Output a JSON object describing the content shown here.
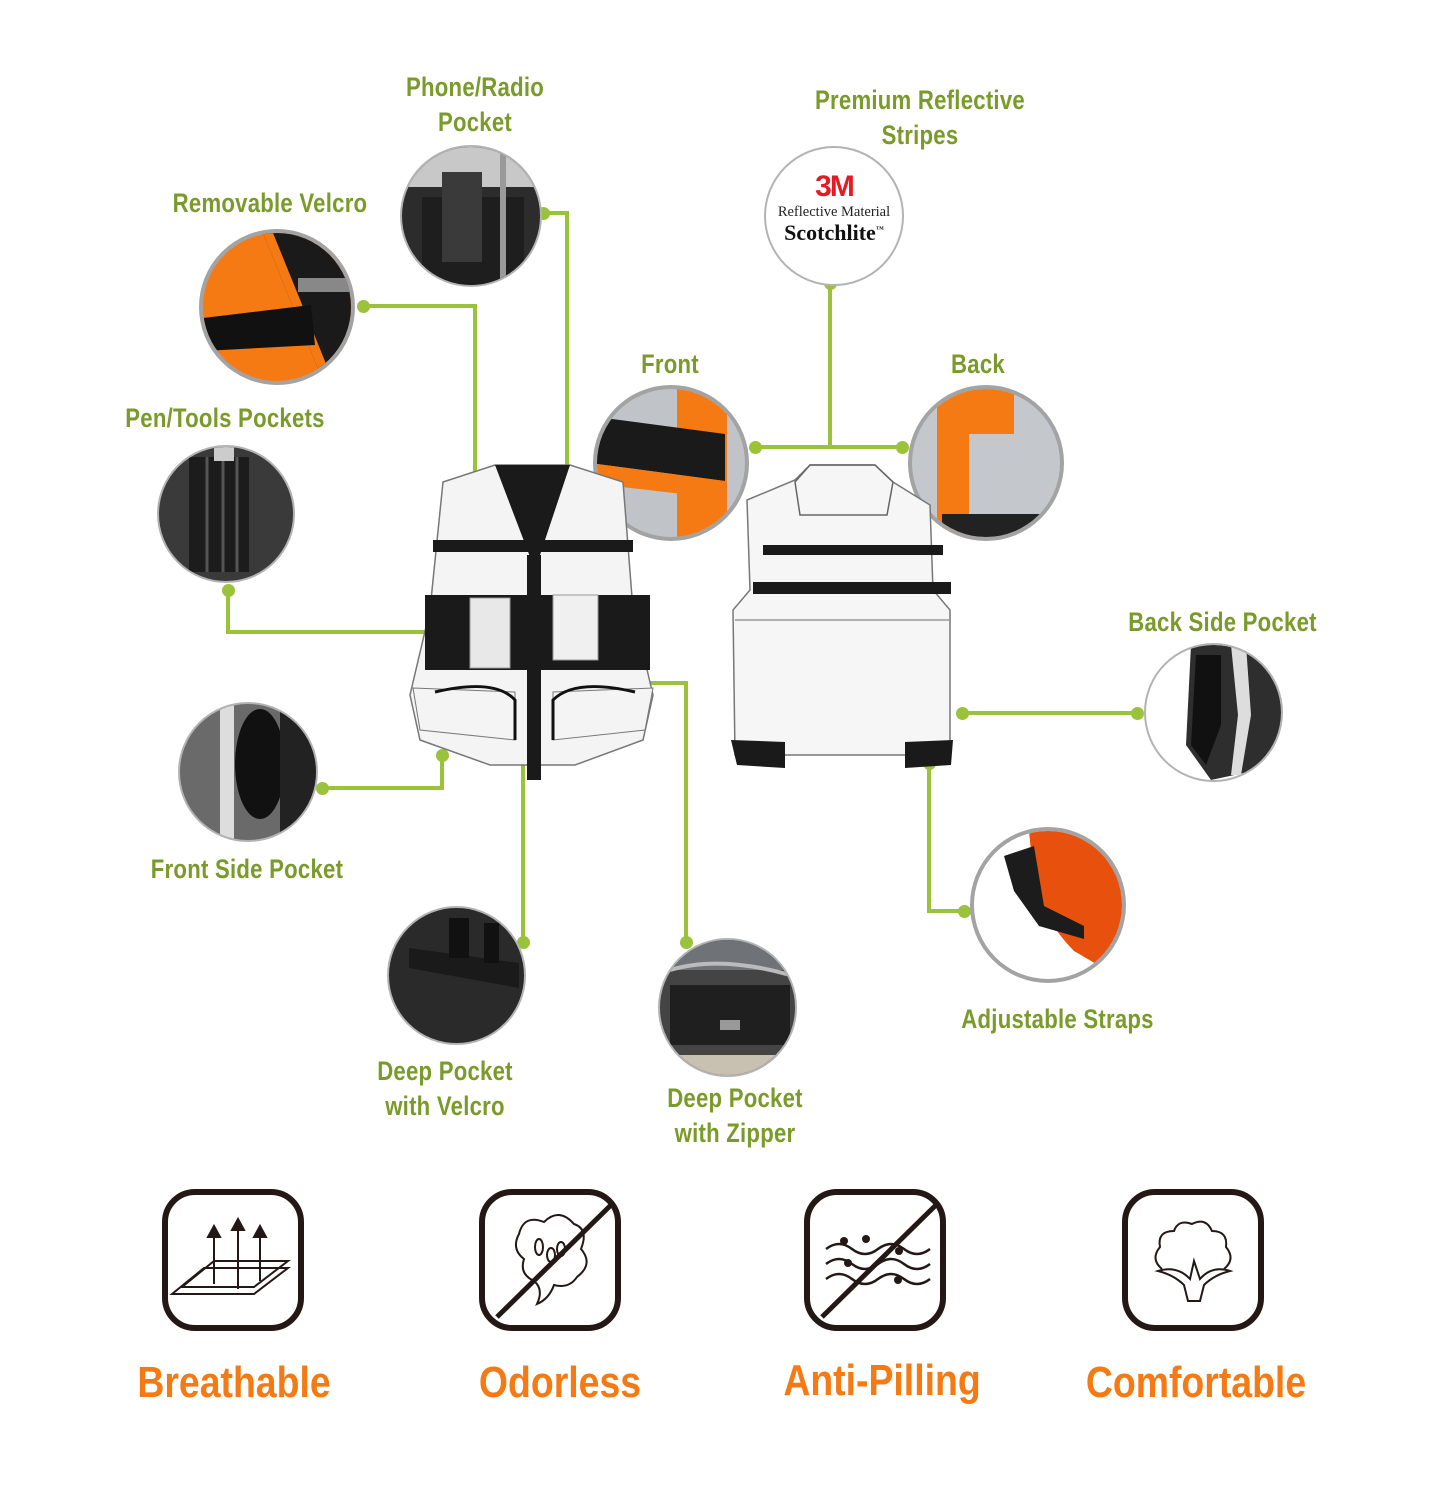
{
  "callouts": {
    "phone_radio_pocket": {
      "line1": "Phone/Radio",
      "line2": "Pocket"
    },
    "premium_reflective": {
      "line1": "Premium Reflective",
      "line2": "Stripes"
    },
    "removable_velcro": "Removable Velcro",
    "pen_tools_pockets": "Pen/Tools Pockets",
    "front": "Front",
    "back": "Back",
    "back_side_pocket": "Back Side Pocket",
    "front_side_pocket": "Front Side Pocket",
    "adjustable_straps": "Adjustable Straps",
    "deep_pocket_velcro": {
      "line1": "Deep Pocket",
      "line2": "with Velcro"
    },
    "deep_pocket_zipper": {
      "line1": "Deep Pocket",
      "line2": "with Zipper"
    }
  },
  "badge_3m": {
    "brand": "3M",
    "line1": "Reflective Material",
    "line2": "Scotchlite",
    "tm": "™"
  },
  "features": [
    {
      "label": "Breathable",
      "icon": "breathable-layers-icon"
    },
    {
      "label": "Odorless",
      "icon": "no-odor-icon"
    },
    {
      "label": "Anti-Pilling",
      "icon": "no-pilling-icon"
    },
    {
      "label": "Comfortable",
      "icon": "cotton-flower-icon"
    }
  ],
  "colors": {
    "label_green": "#7a9a2a",
    "connector_green": "#9bc23b",
    "feature_orange": "#f57a14",
    "brand_red": "#e31b23",
    "hi_vis_orange": "#f57a14"
  }
}
